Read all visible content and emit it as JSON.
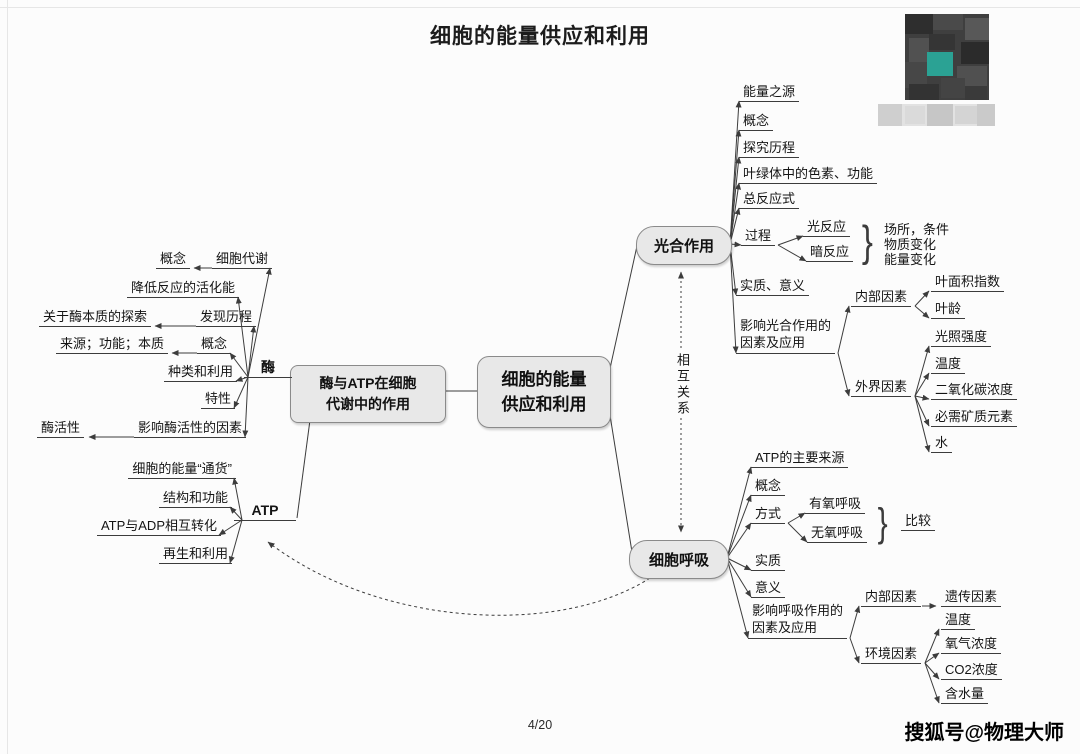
{
  "page": {
    "title": "细胞的能量供应和利用",
    "page_number": "4/20",
    "watermark": "搜狐号@物理大师"
  },
  "colors": {
    "node_fill": "#e8e8e8",
    "node_border": "#8a8a8a",
    "line": "#3c3c3c",
    "logo_teal": "#2ba294"
  },
  "center": {
    "line1": "细胞的能量",
    "line2": "供应和利用"
  },
  "relation": {
    "label": "相互关系"
  },
  "misc": {
    "brace": "}"
  },
  "left": {
    "node": {
      "line1": "酶与ATP在细胞",
      "line2": "代谢中的作用"
    },
    "enzyme": {
      "label": "酶",
      "metabolism": "细胞代谢",
      "metabolism_concept": "概念",
      "activation": "降低反应的活化能",
      "history": "发现历程",
      "essence_exploration": "关于酶本质的探索",
      "concept": "概念",
      "source": "来源；功能；本质",
      "types": "种类和利用",
      "traits": "特性",
      "activity_factors": "影响酶活性的因素",
      "activity": "酶活性"
    },
    "atp": {
      "label": "ATP",
      "currency": "细胞的能量“通货”",
      "structure": "结构和功能",
      "conversion": "ATP与ADP相互转化",
      "regeneration": "再生和利用"
    }
  },
  "photo": {
    "node": "光合作用",
    "energy": "能量之源",
    "concept": "概念",
    "history": "探究历程",
    "pigments": "叶绿体中的色素、功能",
    "equation": "总反应式",
    "process": "过程",
    "light": "光反应",
    "dark": "暗反应",
    "aspects": [
      "场所，条件",
      "物质变化",
      "能量变化"
    ],
    "essence": "实质、意义",
    "factors1": "影响光合作用的",
    "factors2": "因素及应用",
    "internal": "内部因素",
    "leaf_index": "叶面积指数",
    "leaf_age": "叶龄",
    "external": "外界因素",
    "light_intensity": "光照强度",
    "temp": "温度",
    "co2": "二氧化碳浓度",
    "minerals": "必需矿质元素",
    "water": "水"
  },
  "resp": {
    "node": "细胞呼吸",
    "source": "ATP的主要来源",
    "concept": "概念",
    "modes": "方式",
    "aerobic": "有氧呼吸",
    "anaerobic": "无氧呼吸",
    "compare": "比较",
    "essence": "实质",
    "meaning": "意义",
    "factors1": "影响呼吸作用的",
    "factors2": "因素及应用",
    "internal": "内部因素",
    "genetic": "遗传因素",
    "env": "环境因素",
    "temp": "温度",
    "oxygen": "氧气浓度",
    "co2": "CO2浓度",
    "water": "含水量"
  }
}
